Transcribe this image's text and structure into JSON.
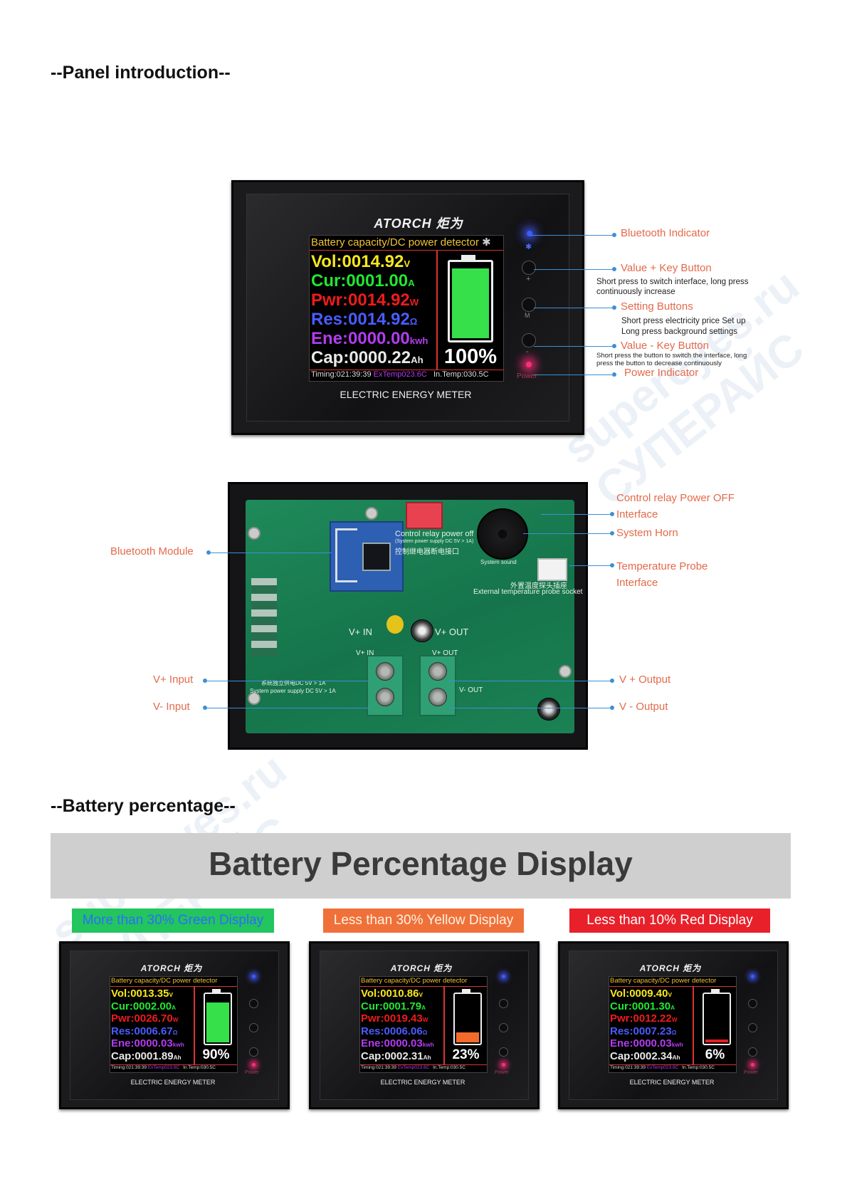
{
  "sections": {
    "panel_title": "--Panel introduction--",
    "battery_title": "--Battery percentage--"
  },
  "watermark": {
    "text_1": "supereyes.ru",
    "text_2": "СУПЕРАЙС"
  },
  "colors": {
    "callout_text": "#e4694a",
    "callout_line": "#3d8fd6",
    "pcb_green": "#1b8254",
    "tag_green": "#22c55e",
    "tag_orange": "#f0703a",
    "tag_red": "#e8202a"
  },
  "main_meter": {
    "brand": "ATORCH 炬为",
    "header": "Battery capacity/DC power detector",
    "vol": {
      "label": "Vol:",
      "value": "0014.92",
      "unit": "V"
    },
    "cur": {
      "label": "Cur:",
      "value": "0001.00",
      "unit": "A"
    },
    "pwr": {
      "label": "Pwr:",
      "value": "0014.92",
      "unit": "W"
    },
    "res": {
      "label": "Res:",
      "value": "0014.92",
      "unit": "Ω"
    },
    "ene": {
      "label": "Ene:",
      "value": "0000.00",
      "unit": "kwh"
    },
    "cap": {
      "label": "Cap:",
      "value": "0000.22",
      "unit": "Ah"
    },
    "percent": "100%",
    "percent_value": 1.0,
    "timing": "Timing:021:39:39",
    "ex_temp": "ExTemp023.6C",
    "in_temp": "In.Temp:030.5C",
    "caption": "ELECTRIC ENERGY METER",
    "power_label": "Power"
  },
  "front_callouts": {
    "bluetooth_indicator": "Bluetooth Indicator",
    "value_plus": "Value + Key Button",
    "value_plus_desc": "Short press to switch interface, long press continuously increase",
    "setting": "Setting Buttons",
    "setting_desc_1": "Short press electricity price Set up",
    "setting_desc_2": "Long press background settings",
    "value_minus": "Value - Key Button",
    "value_minus_desc": "Short press the button to switch the interface, long press the button to decrease continuously",
    "power_indicator": "Power Indicator"
  },
  "pcb": {
    "relay_silk": "Control relay power off",
    "relay_silk_2": "(System power supply DC 5V > 1A)",
    "relay_silk_cn": "控制继电器断电接口",
    "probe_silk": "External temperature probe socket",
    "probe_silk_cn": "外置温度探头插座",
    "horn_silk": "System sound",
    "vin": "V+ IN",
    "vout": "V+ OUT",
    "vminus_out": "V- OUT",
    "supply_silk": "System power supply DC 5V > 1A",
    "supply_silk_cn": "系统独立供电DC 5V > 1A"
  },
  "pcb_callouts": {
    "relay": "Control relay Power OFF Interface",
    "horn": "System Horn",
    "probe": "Temperature Probe Interface",
    "bluetooth": "Bluetooth Module",
    "v_plus_input": "V+ Input",
    "v_minus_input": "V- Input",
    "v_plus_output": "V + Output",
    "v_minus_output": "V -  Output"
  },
  "banner": {
    "title": "Battery Percentage Display"
  },
  "tags": {
    "green": "More than 30% Green Display",
    "yellow": "Less than 30% Yellow Display",
    "red": "Less than 10% Red Display"
  },
  "mini_meters": [
    {
      "brand": "ATORCH 炬为",
      "header": "Battery capacity/DC power detector",
      "vol": "Vol:0013.35",
      "vol_u": "V",
      "cur": "Cur:0002.00",
      "cur_u": "A",
      "pwr": "Pwr:0026.70",
      "pwr_u": "W",
      "res": "Res:0006.67",
      "res_u": "Ω",
      "ene": "Ene:0000.03",
      "ene_u": "kwh",
      "cap": "Cap:0001.89",
      "cap_u": "Ah",
      "percent": "90%",
      "percent_value": 0.9,
      "fill": "#35e04a",
      "timing": "Timing:021:39:39",
      "ex_temp": "ExTemp023.6C",
      "in_temp": "In.Temp:030.5C",
      "caption": "ELECTRIC ENERGY METER",
      "power_label": "Power"
    },
    {
      "brand": "ATORCH 炬为",
      "header": "Battery capacity/DC power detector",
      "vol": "Vol:0010.86",
      "vol_u": "V",
      "cur": "Cur:0001.79",
      "cur_u": "A",
      "pwr": "Pwr:0019.43",
      "pwr_u": "W",
      "res": "Res:0006.06",
      "res_u": "Ω",
      "ene": "Ene:0000.03",
      "ene_u": "kwh",
      "cap": "Cap:0002.31",
      "cap_u": "Ah",
      "percent": "23%",
      "percent_value": 0.23,
      "fill": "#f36b2a",
      "timing": "Timing:021:39:39",
      "ex_temp": "ExTemp023.6C",
      "in_temp": "In.Temp:030.5C",
      "caption": "ELECTRIC ENERGY METER",
      "power_label": "Power"
    },
    {
      "brand": "ATORCH 炬为",
      "header": "Battery capacity/DC power detector",
      "vol": "Vol:0009.40",
      "vol_u": "V",
      "cur": "Cur:0001.30",
      "cur_u": "A",
      "pwr": "Pwr:0012.22",
      "pwr_u": "W",
      "res": "Res:0007.23",
      "res_u": "Ω",
      "ene": "Ene:0000.03",
      "ene_u": "kwh",
      "cap": "Cap:0002.34",
      "cap_u": "Ah",
      "percent": "6%",
      "percent_value": 0.06,
      "fill": "#e81e25",
      "timing": "Timing:021:39:39",
      "ex_temp": "ExTemp023.6C",
      "in_temp": "In.Temp:030.5C",
      "caption": "ELECTRIC ENERGY METER",
      "power_label": "Power"
    }
  ]
}
